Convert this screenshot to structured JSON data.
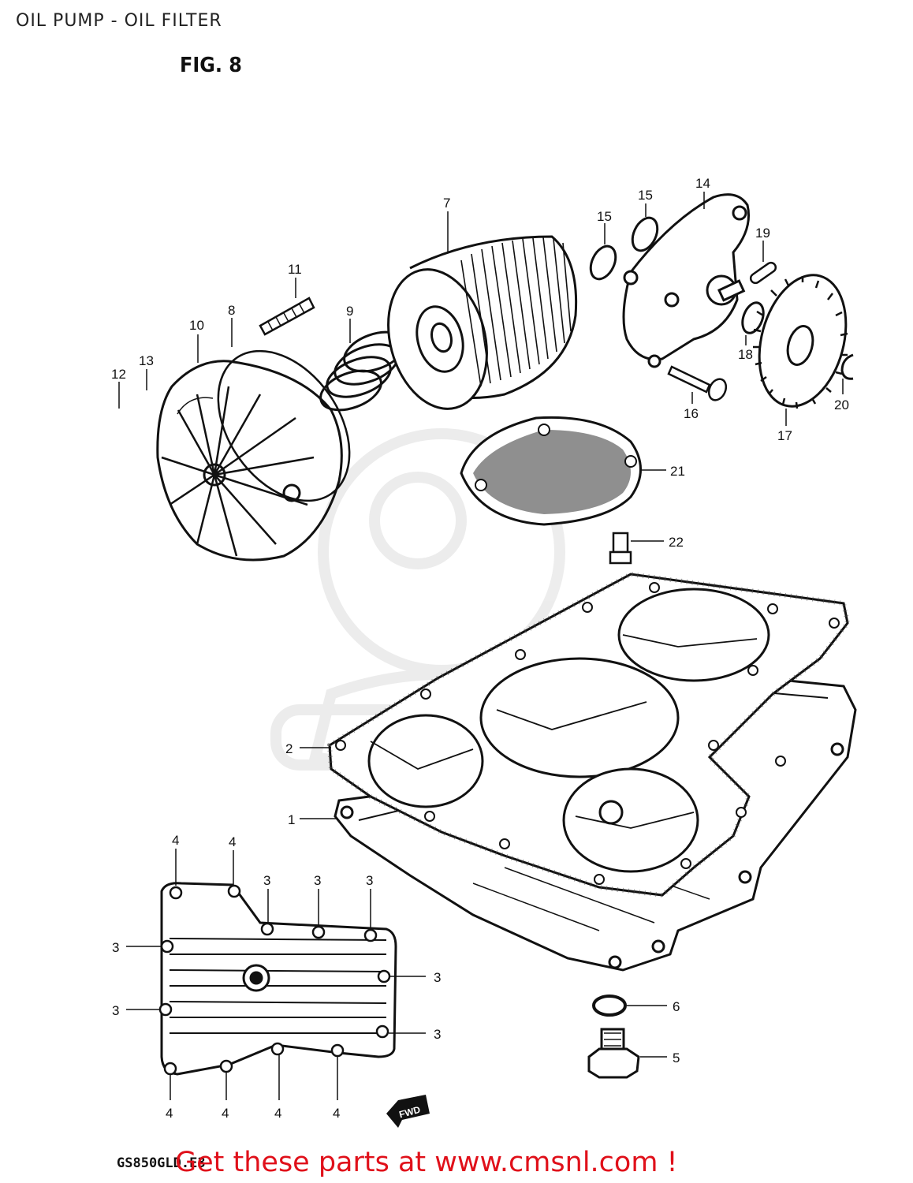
{
  "title": "OIL PUMP - OIL FILTER",
  "figure_label": "FIG. 8",
  "model_code": "GS850GLD.E3",
  "arrow_label": "FWD",
  "footer_link": "Get these parts at www.cmsnl.com !",
  "accent_color": "#e0101a",
  "callouts": [
    {
      "id": "c-7",
      "label": "7"
    },
    {
      "id": "c-15a",
      "label": "15"
    },
    {
      "id": "c-14",
      "label": "14"
    },
    {
      "id": "c-15b",
      "label": "15"
    },
    {
      "id": "c-19",
      "label": "19"
    },
    {
      "id": "c-11",
      "label": "11"
    },
    {
      "id": "c-8",
      "label": "8"
    },
    {
      "id": "c-9",
      "label": "9"
    },
    {
      "id": "c-10",
      "label": "10"
    },
    {
      "id": "c-13",
      "label": "13"
    },
    {
      "id": "c-12",
      "label": "12"
    },
    {
      "id": "c-18",
      "label": "18"
    },
    {
      "id": "c-16",
      "label": "16"
    },
    {
      "id": "c-20",
      "label": "20"
    },
    {
      "id": "c-17",
      "label": "17"
    },
    {
      "id": "c-21",
      "label": "21"
    },
    {
      "id": "c-22",
      "label": "22"
    },
    {
      "id": "c-2",
      "label": "2"
    },
    {
      "id": "c-1",
      "label": "1"
    },
    {
      "id": "c-4a",
      "label": "4"
    },
    {
      "id": "c-4b",
      "label": "4"
    },
    {
      "id": "c-3a",
      "label": "3"
    },
    {
      "id": "c-3b",
      "label": "3"
    },
    {
      "id": "c-3c",
      "label": "3"
    },
    {
      "id": "c-3d",
      "label": "3"
    },
    {
      "id": "c-3e",
      "label": "3"
    },
    {
      "id": "c-3f",
      "label": "3"
    },
    {
      "id": "c-3g",
      "label": "3"
    },
    {
      "id": "c-6",
      "label": "6"
    },
    {
      "id": "c-5",
      "label": "5"
    },
    {
      "id": "c-4c",
      "label": "4"
    },
    {
      "id": "c-4d",
      "label": "4"
    },
    {
      "id": "c-4e",
      "label": "4"
    },
    {
      "id": "c-4f",
      "label": "4"
    }
  ]
}
